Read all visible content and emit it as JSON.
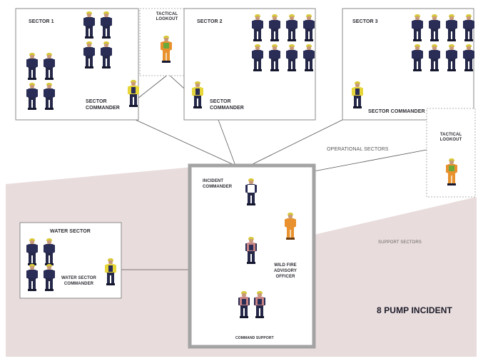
{
  "labels": {
    "sector1": "SECTOR 1",
    "tactical_lookout_top": "TACTICAL\nLOOKOUT",
    "sector2": "SECTOR 2",
    "sector3": "SECTOR 3",
    "sector_commander_1": "SECTOR\nCOMMANDER",
    "sector_commander_2": "SECTOR\nCOMMANDER",
    "sector_commander_3": "SECTOR COMMANDER",
    "tactical_lookout_right": "TACTICAL\nLOOKOUT",
    "operational_sectors": "OPERATIONAL SECTORS",
    "incident_commander": "INCIDENT\nCOMMANDER",
    "water_sector": "WATER SECTOR",
    "water_sector_commander": "WATER SECTOR\nCOMMANDER",
    "wild_fire_advisory_officer": "WILD FIRE\nADVISORY\nOFFICER",
    "support_sectors": "SUPPORT SECTORS",
    "command_support": "COMMAND SUPPORT",
    "incident_title": "8 PUMP INCIDENT"
  },
  "colors": {
    "support_region": "#e9dcdc",
    "box_border": "#8a8a8a",
    "command_box_border": "#a3a3a3",
    "line": "#555555",
    "text": "#2b2b33"
  }
}
